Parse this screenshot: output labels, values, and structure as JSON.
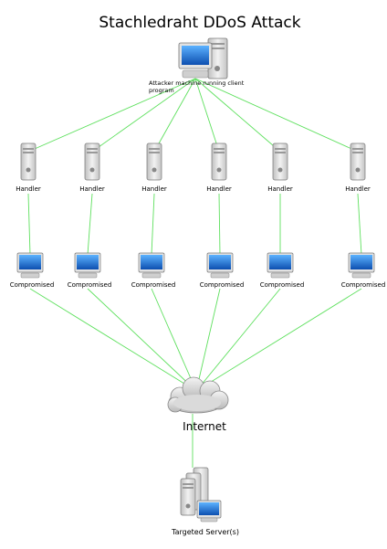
{
  "title": "Stachledraht DDoS Attack",
  "attacker": {
    "label_line1": "Attacker machine running client",
    "label_line2": "program"
  },
  "handlers": [
    "Handler",
    "Handler",
    "Handler",
    "Handler",
    "Handler",
    "Handler"
  ],
  "compromised": [
    "Compromised",
    "Compromised",
    "Compromised",
    "Compromised",
    "Compromised",
    "Compromised"
  ],
  "internet": {
    "label": "Internet"
  },
  "target": {
    "label": "Targeted Server(s)"
  },
  "colors": {
    "link": "#5ee05e",
    "screen": "#1e78d0",
    "case": "#d6d6d6"
  }
}
